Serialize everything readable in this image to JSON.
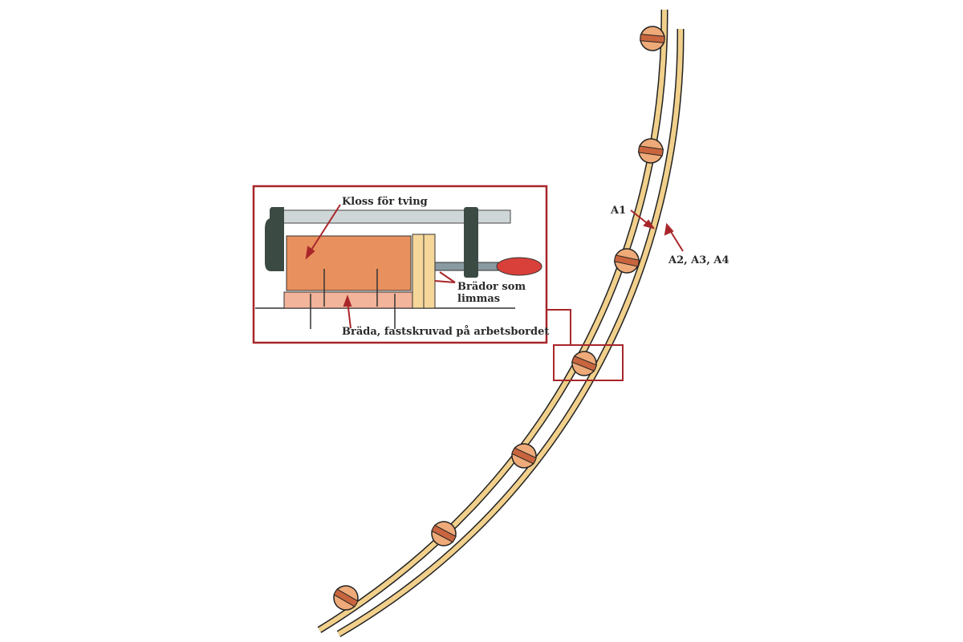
{
  "inset": {
    "label_block": "Kloss för tving",
    "label_boards_line1": "Brädor som",
    "label_boards_line2": "limmas",
    "label_base": "Bräda, fastskruvad på arbetsbordet"
  },
  "strips": {
    "label_a1": "A1",
    "label_a2": "A2, A3, A4"
  },
  "colors": {
    "frame": "#a8262a",
    "strip": "#f1d08c",
    "peg": "#eeaa78",
    "peg_band": "#c9653e",
    "block": "#e8905e",
    "clamp": "#3c4a44",
    "handle": "#d9403a"
  }
}
